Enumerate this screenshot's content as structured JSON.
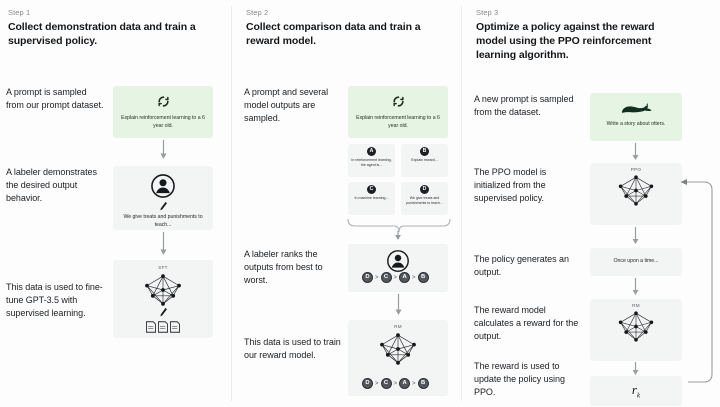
{
  "columns": [
    {
      "step_label": "Step 1",
      "title": "Collect demonstration data and train a supervised policy.",
      "paragraphs": [
        "A prompt is sampled from our prompt dataset.",
        "A labeler demonstrates the desired output behavior.",
        "This data is used to fine-tune GPT-3.5 with supervised learning."
      ],
      "cards": [
        {
          "type": "prompt-green",
          "icon": "refresh-cycle-icon",
          "text": "Explain reinforcement learning to a 6 year old."
        },
        {
          "type": "labeler",
          "icon": "person-avatar-icon",
          "sub_icon": "pencil-icon",
          "text": "We give treats and punishments to teach..."
        },
        {
          "type": "model",
          "tag": "SFT",
          "icon": "neural-network-icon",
          "sub_icon": "pencil-icon",
          "extra_icon": "documents-icon"
        }
      ]
    },
    {
      "step_label": "Step 2",
      "title": "Collect comparison data and train a reward model.",
      "paragraphs": [
        "A prompt and several model outputs are sampled.",
        "A labeler ranks the outputs from best to worst.",
        "This data is used to train our reward model."
      ],
      "cards": [
        {
          "type": "prompt-green",
          "icon": "refresh-cycle-icon",
          "text": "Explain reinforcement learning to a 6 year old."
        },
        {
          "type": "outputs-grid",
          "options": [
            {
              "letter": "A",
              "text": "In reinforcement learning, the agent is..."
            },
            {
              "letter": "B",
              "text": "Explain reward..."
            },
            {
              "letter": "C",
              "text": "In machine learning..."
            },
            {
              "letter": "D",
              "text": "We give treats and punishments to teach..."
            }
          ]
        },
        {
          "type": "ranking",
          "icon": "person-avatar-icon",
          "ranking": [
            "D",
            "C",
            "A",
            "B"
          ]
        },
        {
          "type": "reward-model",
          "tag": "RM",
          "icon": "neural-network-icon",
          "ranking": [
            "D",
            "C",
            "A",
            "B"
          ]
        }
      ]
    },
    {
      "step_label": "Step 3",
      "title": "Optimize a policy against the reward model using the PPO reinforcement learning algorithm.",
      "paragraphs": [
        "A new prompt is sampled from the dataset.",
        "The PPO model is initialized from the supervised policy.",
        "The policy generates an output.",
        "The reward model calculates a reward for the output.",
        "The reward is used to update the policy using PPO."
      ],
      "cards": [
        {
          "type": "prompt-green",
          "icon": "otter-icon",
          "text": "Write a story about otters."
        },
        {
          "type": "model",
          "tag": "PPO",
          "icon": "neural-network-icon"
        },
        {
          "type": "output-text",
          "text": "Once upon a time..."
        },
        {
          "type": "reward-model",
          "tag": "RM",
          "icon": "neural-network-icon"
        },
        {
          "type": "reward-value",
          "symbol": "r",
          "subscript": "k"
        }
      ]
    }
  ],
  "colors": {
    "prompt_green": "#e6f5e3",
    "card_gray": "#f3f4f4",
    "divider": "#ececec",
    "text": "#1b1f23",
    "muted": "#8a8a8a"
  }
}
